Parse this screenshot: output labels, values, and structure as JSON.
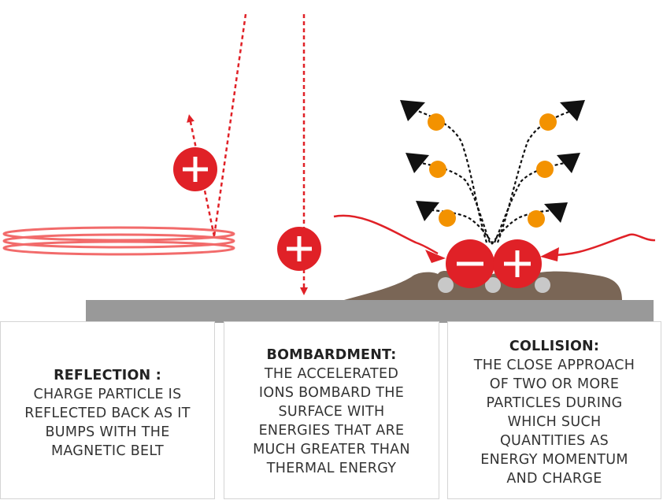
{
  "panels": [
    {
      "title": "REFLECTION :",
      "lines": [
        "CHARGE PARTICLE IS",
        "REFLECTED BACK AS IT",
        "BUMPS WITH THE",
        "MAGNETIC BELT"
      ]
    },
    {
      "title": "BOMBARDMENT:",
      "lines": [
        "THE ACCELERATED",
        "IONS BOMBARD THE",
        "SURFACE WITH",
        "ENERGIES THAT ARE",
        "MUCH GREATER THAN",
        "THERMAL ENERGY"
      ]
    },
    {
      "title": "COLLISION:",
      "lines": [
        "THE CLOSE APPROACH",
        "OF TWO OR MORE",
        "PARTICLES DURING",
        "WHICH SUCH",
        "QUANTITIES AS",
        "ENERGY MOMENTUM",
        "AND CHARGE"
      ]
    }
  ],
  "colors": {
    "red": "#e02127",
    "ring": "#f26b6b",
    "surface": "#999999",
    "debris": "#7a6656",
    "electron": "#f39200",
    "atom": "#c8c8c8",
    "dotted_black": "#111111"
  },
  "icons": [
    "plus-ion-icon",
    "minus-ion-icon",
    "electron-icon",
    "atom-icon",
    "arrowhead-icon"
  ]
}
